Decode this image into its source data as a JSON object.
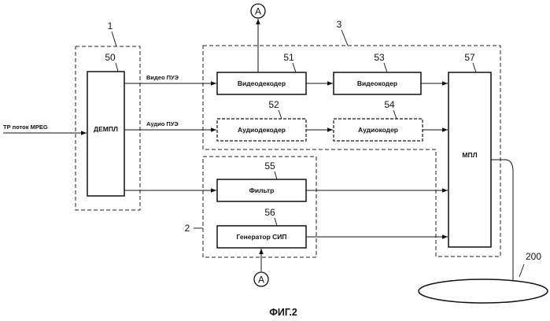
{
  "figure": {
    "caption": "ФИГ.2",
    "groups": {
      "g1": "1",
      "g2": "2",
      "g3": "3"
    },
    "blocks": {
      "demux": {
        "num": "50",
        "label": "ДЕМПЛ"
      },
      "video_decoder": {
        "num": "51",
        "label": "Видеодекодер"
      },
      "audio_decoder": {
        "num": "52",
        "label": "Аудиодекодер"
      },
      "video_encoder": {
        "num": "53",
        "label": "Видеокодер"
      },
      "audio_encoder": {
        "num": "54",
        "label": "Аудиокодер"
      },
      "filter": {
        "num": "55",
        "label": "Фильтр"
      },
      "sip_generator": {
        "num": "56",
        "label": "Генератор СИП"
      },
      "mux": {
        "num": "57",
        "label": "МПЛ"
      },
      "storage": {
        "num": "200"
      }
    },
    "signals": {
      "input": "ТР поток MPEG",
      "video_pes": "Видео ПУЭ",
      "audio_pes": "Аудио ПУЭ"
    },
    "connectors": {
      "top": "A",
      "bottom": "A"
    }
  }
}
